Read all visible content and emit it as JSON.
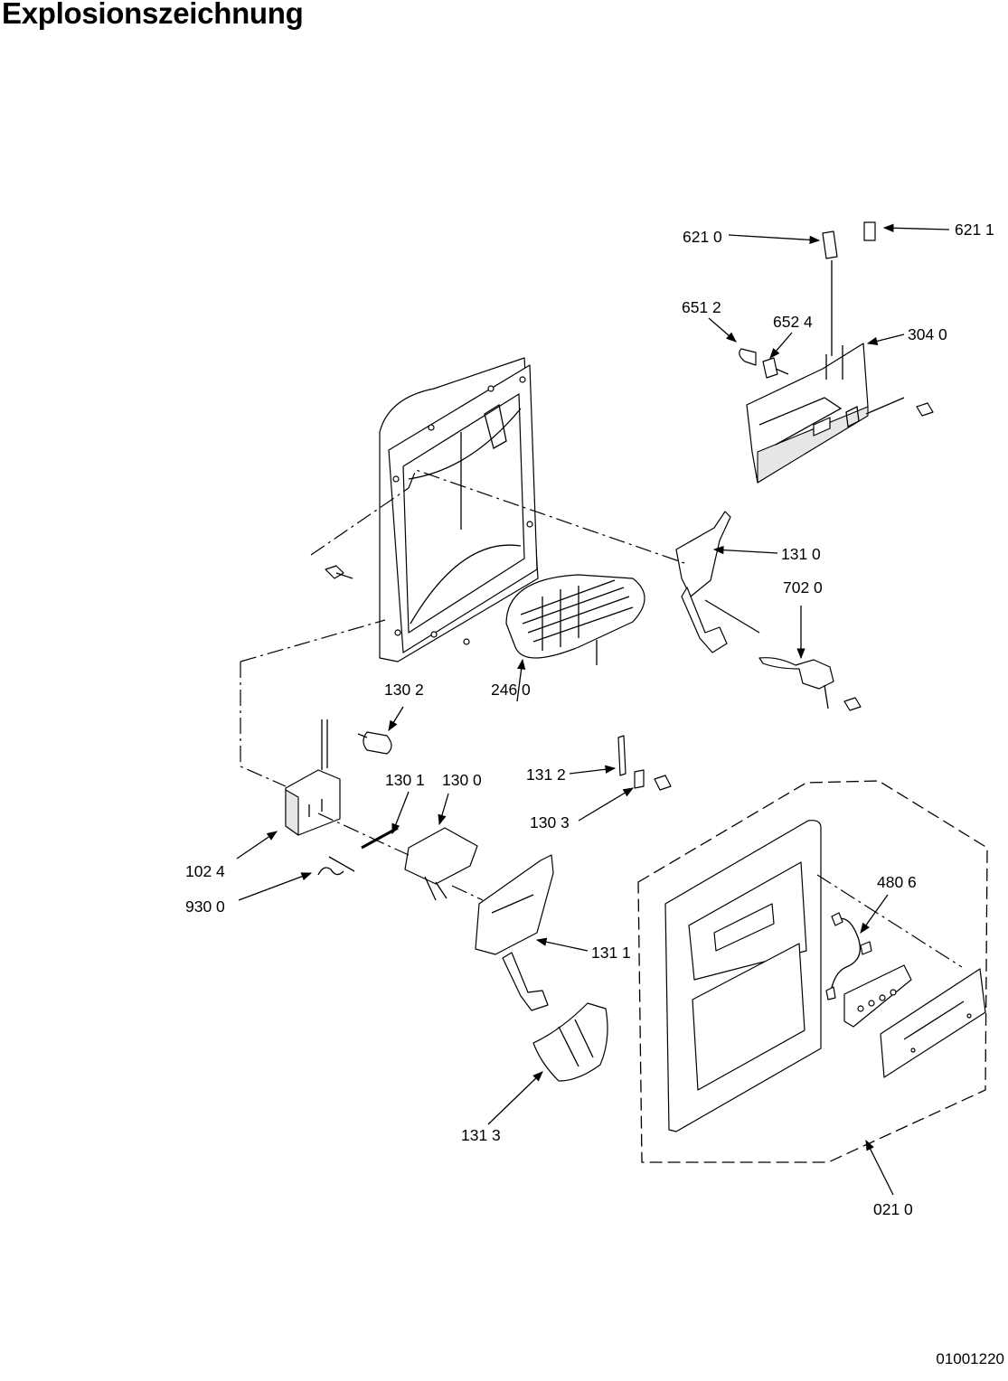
{
  "title": "Explosionszeichnung",
  "document_number": "01001220",
  "labels": {
    "p6210": "621 0",
    "p6211": "621 1",
    "p6512": "651 2",
    "p6524": "652 4",
    "p3040": "304 0",
    "p1310": "131 0",
    "p7020": "702 0",
    "p1302": "130 2",
    "p2460": "246 0",
    "p1301": "130 1",
    "p1300": "130 0",
    "p1312": "131 2",
    "p1303": "130 3",
    "p1024": "102 4",
    "p9300": "930 0",
    "p1311": "131 1",
    "p4806": "480 6",
    "p1313": "131 3",
    "p0210": "021 0"
  }
}
